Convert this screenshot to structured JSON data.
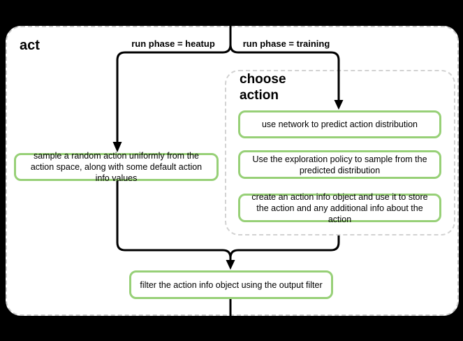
{
  "colors": {
    "background": "#000000",
    "panel_fill": "#ffffff",
    "panel_border": "#c8c8c8",
    "group_border": "#d2d2d2",
    "node_border": "#97d077",
    "connector": "#000000",
    "text": "#000000"
  },
  "panel": {
    "title": "act"
  },
  "branches": {
    "heatup_label": "run phase = heatup",
    "training_label": "run phase = training"
  },
  "group": {
    "title": "choose action",
    "steps": [
      "use network to predict action distribution",
      "Use the exploration policy to sample from the predicted distribution",
      "create an action info object and use it to store the action and any additional info about the action"
    ]
  },
  "nodes": {
    "heatup_step": "sample a random action uniformly from the action space, along with some default action info values",
    "merge_step": "filter the action info object using the output filter"
  }
}
